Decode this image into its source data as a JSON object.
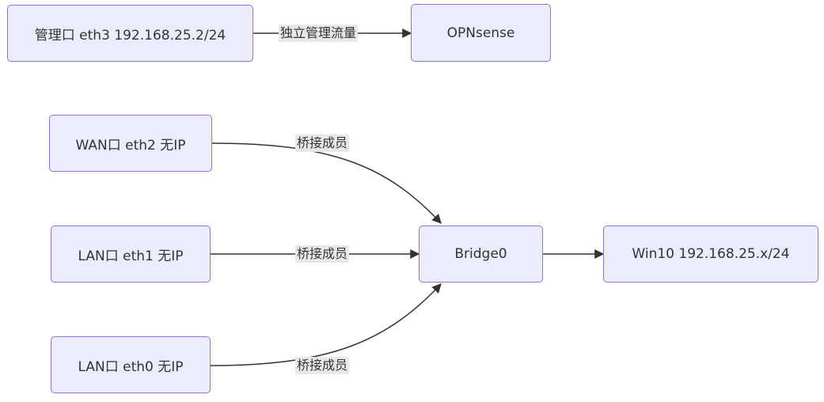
{
  "nodes": {
    "mgmt": "管理口 eth3 192.168.25.2/24",
    "opnsense": "OPNsense",
    "wan": "WAN口 eth2 无IP",
    "lan1": "LAN口 eth1 无IP",
    "lan0": "LAN口 eth0 无IP",
    "bridge": "Bridge0",
    "win10": "Win10 192.168.25.x/24"
  },
  "edges": {
    "mgmt_to_opnsense": "独立管理流量",
    "wan_to_bridge": "桥接成员",
    "lan1_to_bridge": "桥接成员",
    "lan0_to_bridge": "桥接成员"
  },
  "colors": {
    "node_fill": "#ECECFF",
    "node_border": "#9370DB",
    "edge": "#333333",
    "label_bg": "#e8e8e8"
  }
}
